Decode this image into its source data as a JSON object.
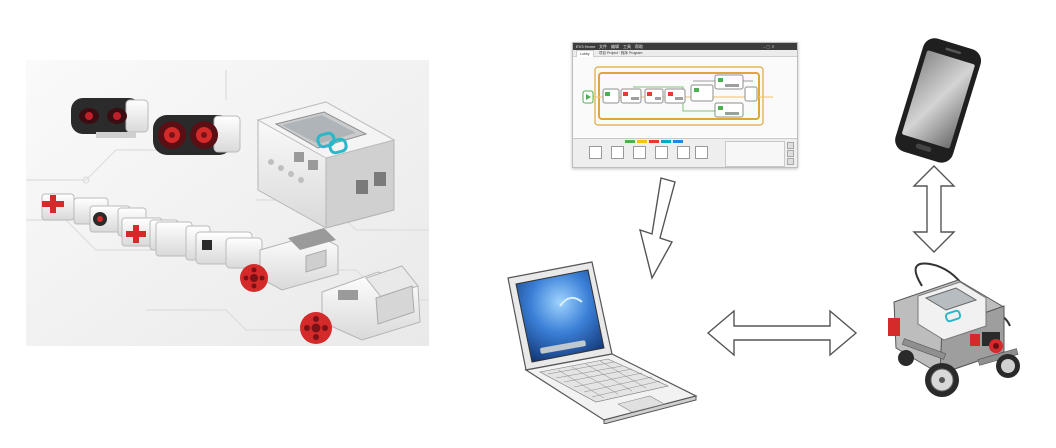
{
  "figure": {
    "nodes": [
      {
        "id": "ev3-kit",
        "kind": "photo",
        "depicts": "EV3 sensors, motors and programmable brick"
      },
      {
        "id": "programming-software",
        "kind": "screenshot",
        "depicts": "EV3 graphical programming software"
      },
      {
        "id": "laptop",
        "kind": "illustration",
        "depicts": "laptop computer"
      },
      {
        "id": "smartphone",
        "kind": "illustration",
        "depicts": "smartphone"
      },
      {
        "id": "robot",
        "kind": "photo",
        "depicts": "assembled EV3 robot"
      }
    ],
    "edges": [
      {
        "from": "programming-software",
        "to": "laptop",
        "style": "one-way"
      },
      {
        "from": "laptop",
        "to": "robot",
        "style": "two-way"
      },
      {
        "from": "smartphone",
        "to": "robot",
        "style": "two-way"
      }
    ]
  },
  "software": {
    "menu_items": [
      "EV3 Home",
      "文件",
      "编辑",
      "工具",
      "帮助"
    ],
    "tab_label": "Lobby",
    "project_title": "项目 Project  ·  程序 Program"
  },
  "colors": {
    "background": "#ffffff",
    "arrow_fill": "#ffffff",
    "arrow_stroke": "#555555",
    "sensor_red": "#d42a2a",
    "brick_white": "#eeeeee",
    "brick_gray": "#9a9a9a",
    "screen_cyan": "#2bb7c9",
    "palette_green": "#4caf50",
    "palette_yellow": "#f1c40f",
    "palette_red": "#e53935",
    "palette_blue": "#1e88e5",
    "palette_teal": "#00acc1"
  },
  "icons": [
    "ev3-brick-icon",
    "ultrasonic-sensor-icon",
    "touch-sensor-icon",
    "motor-icon",
    "laptop-icon",
    "smartphone-icon",
    "robot-icon"
  ]
}
